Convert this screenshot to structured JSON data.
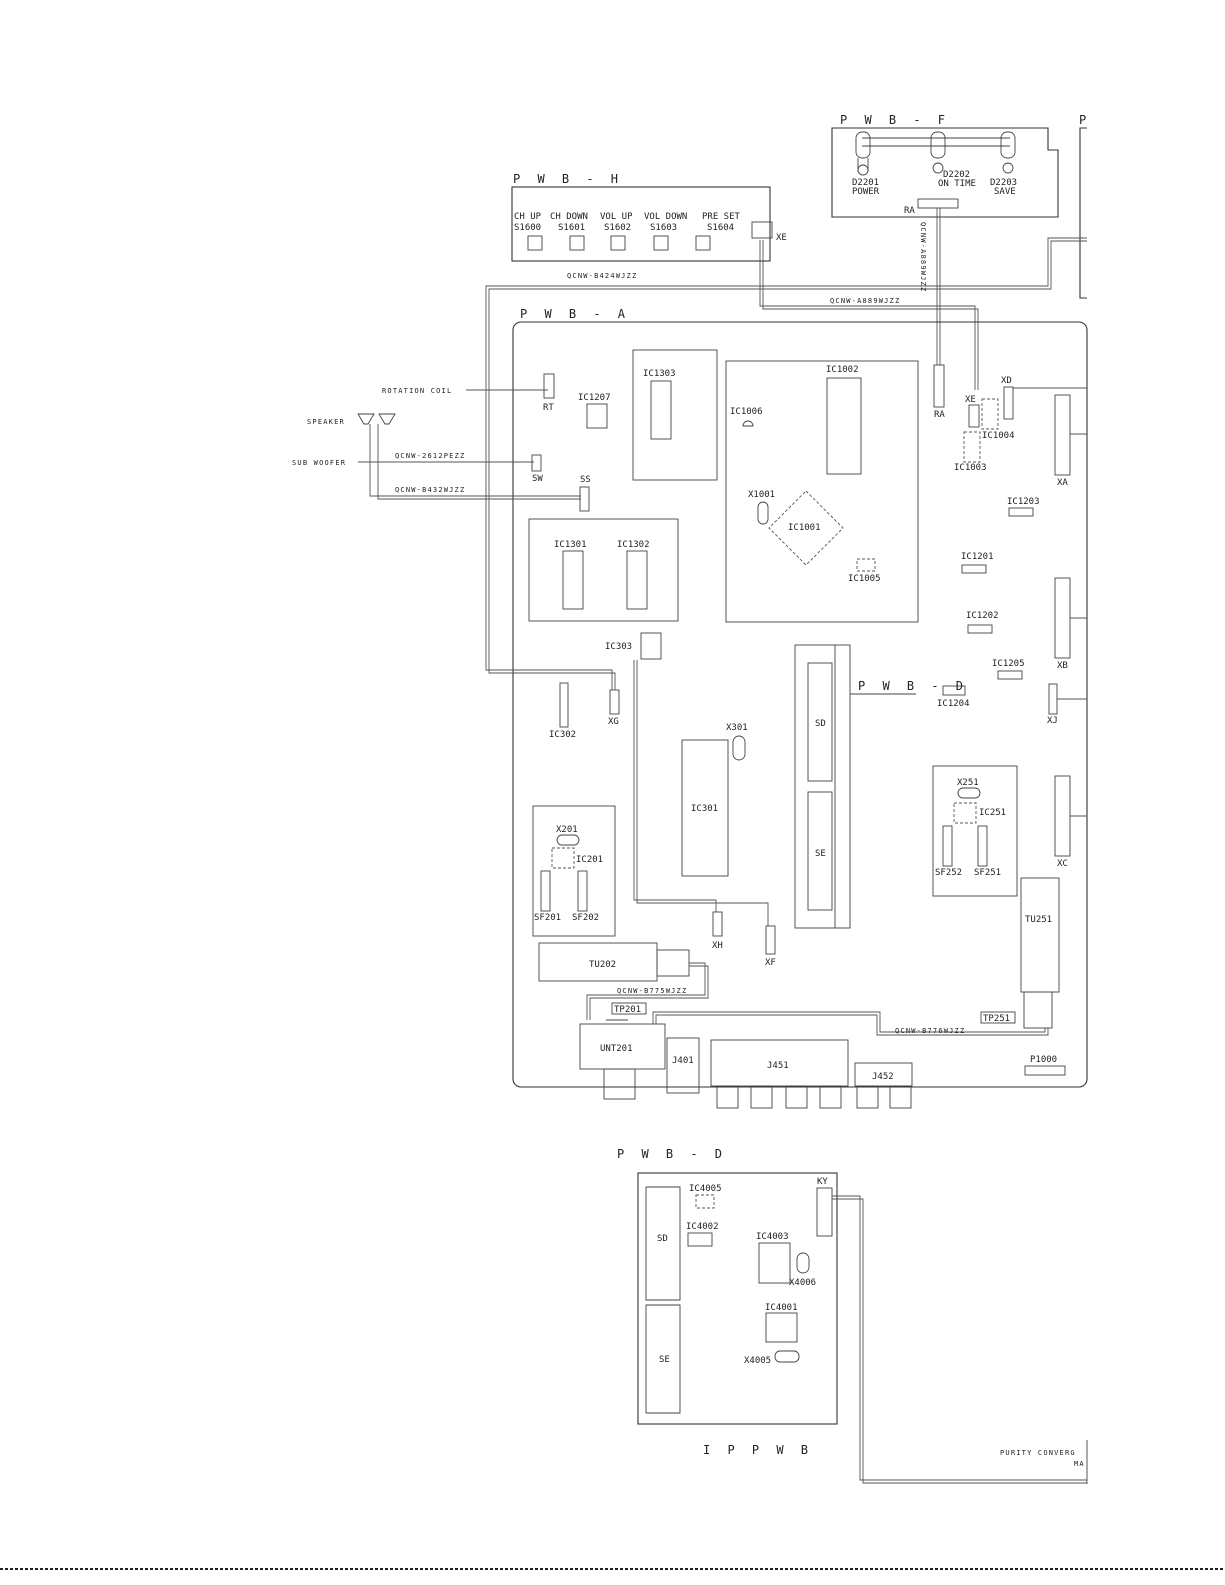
{
  "boards": {
    "pwb_f": "P W B - F",
    "pwb_h": "P W B - H",
    "pwb_a": "P W B - A",
    "pwb_d_ref": "P W B - D",
    "pwb_d": "P W B - D",
    "ip_pwb": "I P   P W B",
    "pwb_p_partial": "P"
  },
  "pwb_h": {
    "buttons": [
      {
        "name": "CH UP",
        "ref": "S1600"
      },
      {
        "name": "CH DOWN",
        "ref": "S1601"
      },
      {
        "name": "VOL UP",
        "ref": "S1602"
      },
      {
        "name": "VOL DOWN",
        "ref": "S1603"
      },
      {
        "name": "PRE SET",
        "ref": "S1604"
      }
    ],
    "connector": "XE"
  },
  "pwb_f": {
    "leds": [
      {
        "ref": "D2201",
        "name": "POWER"
      },
      {
        "ref": "D2202",
        "name": "ON TIME"
      },
      {
        "ref": "D2203",
        "name": "SAVE"
      }
    ],
    "connector": "RA"
  },
  "cables": {
    "b424": "QCNW-B424WJZZ",
    "a889": "QCNW-A889WJZZ",
    "a889_vertical": "QCNW-A889WJZZ",
    "c2612": "QCNW-2612PEZZ",
    "b432": "QCNW-B432WJZZ",
    "b775": "QCNW-B775WJZZ",
    "b776": "QCNW-B776WJZZ"
  },
  "external": {
    "rotation_coil": "ROTATION COIL",
    "speaker": "SPEAKER",
    "sub_woofer": "SUB WOOFER",
    "purity": "PURITY CONVERG",
    "purity_sub": "MA"
  },
  "pwb_a": {
    "rt": "RT",
    "ic1207": "IC1207",
    "ic1303": "IC1303",
    "ic1002": "IC1002",
    "ic1006": "IC1006",
    "ra": "RA",
    "xe": "XE",
    "xd": "XD",
    "ic1004": "IC1004",
    "ic1003": "IC1003",
    "xa": "XA",
    "sw": "SW",
    "ss": "SS",
    "x1001": "X1001",
    "ic1001": "IC1001",
    "ic1005": "IC1005",
    "ic1203": "IC1203",
    "ic1301": "IC1301",
    "ic1302": "IC1302",
    "ic1201": "IC1201",
    "ic1202": "IC1202",
    "ic303": "IC303",
    "xb": "XB",
    "ic1205": "IC1205",
    "ic1204": "IC1204",
    "xj": "XJ",
    "ic302": "IC302",
    "xg": "XG",
    "sd": "SD",
    "se": "SE",
    "x301": "X301",
    "ic301": "IC301",
    "x251": "X251",
    "ic251": "IC251",
    "sf252": "SF252",
    "sf251": "SF251",
    "xc": "XC",
    "x201": "X201",
    "ic201": "IC201",
    "sf201": "SF201",
    "sf202": "SF202",
    "xh": "XH",
    "xf": "XF",
    "tu251": "TU251",
    "tu202": "TU202",
    "tp201": "TP201",
    "tp251": "TP251",
    "unt201": "UNT201",
    "j401": "J401",
    "j451": "J451",
    "j452": "J452",
    "p1000": "P1000"
  },
  "pwb_d_board": {
    "sd": "SD",
    "se": "SE",
    "ic4005": "IC4005",
    "ic4002": "IC4002",
    "ic4003": "IC4003",
    "x4006": "X4006",
    "ic4001": "IC4001",
    "x4005": "X4005",
    "ky": "KY"
  }
}
